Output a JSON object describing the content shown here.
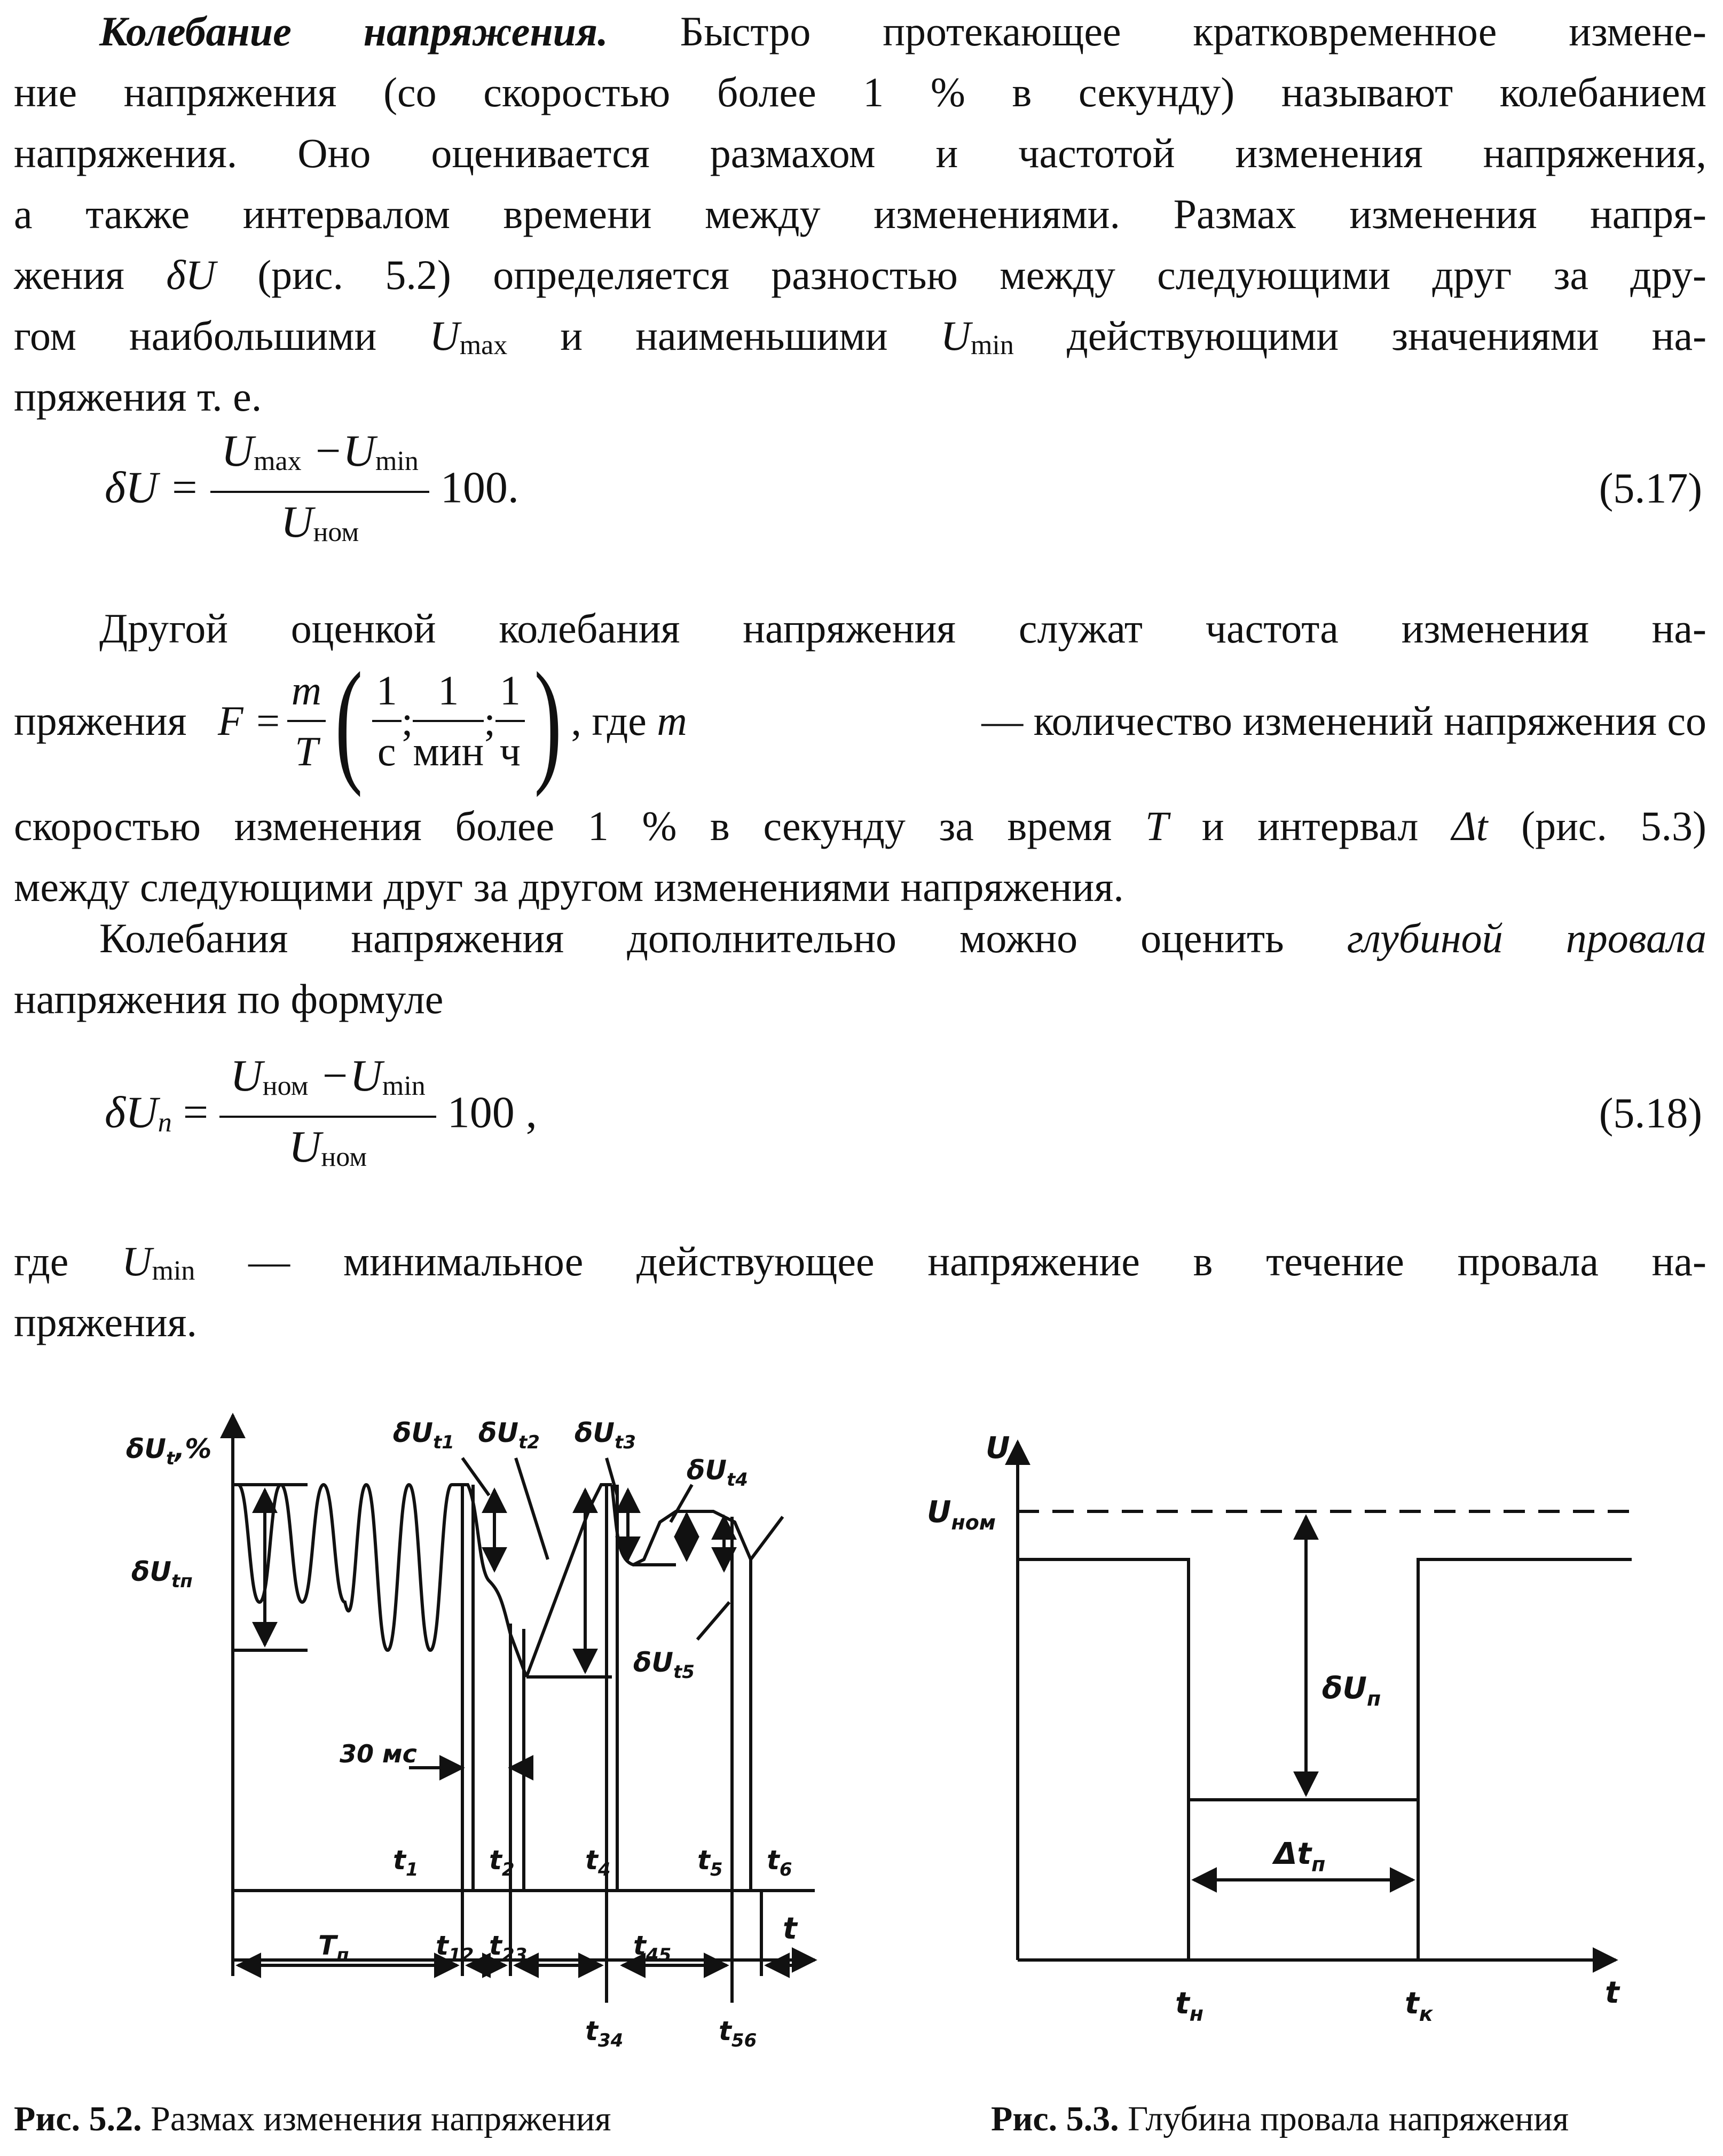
{
  "para1": {
    "lead": "Колебание напряжения.",
    "l1": "Быстро протекающее кратковременное измене-",
    "l2": "ние напряжения (со скоростью более 1 % в секунду) называют колебанием",
    "l3": "напряжения. Оно оценивается размахом и частотой изменения напряжения,",
    "l4": "а также интервалом времени между изменениями. Размах изменения напря-",
    "l5a": "жения",
    "l5sym": "δU",
    "l5b": "(рис. 5.2) определяется разностью между следующими друг за дру-",
    "l6a": "гом наибольшими",
    "l6u1": "U",
    "l6s1": "max",
    "l6b": "и наименьшими",
    "l6u2": "U",
    "l6s2": "min",
    "l6c": "действующими значениями на-",
    "l7": "пряжения т. е."
  },
  "formula_517": {
    "lhs": "δU =",
    "num_a": "U",
    "num_a_sub": "max",
    "num_b": " −U",
    "num_b_sub": "min",
    "den": "U",
    "den_sub": "ном",
    "factor": "100.",
    "number": "(5.17)"
  },
  "para2": {
    "l1": "Другой оценкой колебания напряжения служат частота изменения на-",
    "l2a": "пряжения",
    "F": "F =",
    "m": "m",
    "T": "T",
    "one": "1",
    "c": "с",
    "min": "мин",
    "h": "ч",
    "semicolon": ";",
    "l2b": ", где",
    "m2": "m",
    "l2c": "— количество изменений напряжения со",
    "l3a": "скоростью изменения более 1 % в секунду за время",
    "l3T": "T",
    "l3b": "и интервал",
    "l3dt": "Δt",
    "l3c": "(рис. 5.3)",
    "l4": "между следующими друг за другом изменениями напряжения."
  },
  "para3": {
    "l1a": "Колебания напряжения дополнительно можно оценить",
    "l1it": "глубиной провала",
    "l2": "напряжения по формуле"
  },
  "formula_518": {
    "lhs": "δU",
    "lhs_sub": "п",
    "eq": " =",
    "num_a": "U",
    "num_a_sub": "ном",
    "num_b": " −U",
    "num_b_sub": "min",
    "den": "U",
    "den_sub": "ном",
    "factor": "100 ,",
    "number": "(5.18)"
  },
  "para4": {
    "l1a": "где",
    "u": "U",
    "sub": "min",
    "l1b": "— минимальное действующее напряжение в течение провала на-",
    "l2": "пряжения."
  },
  "fig52": {
    "y_label": "δU",
    "y_label_sub": "t",
    "y_label_unit": ",%",
    "dUtn": "δU",
    "dUtn_sub": "tп",
    "dUt1": "δU",
    "dUt1_sub": "t1",
    "dUt2": "δU",
    "dUt2_sub": "t2",
    "dUt3": "δU",
    "dUt3_sub": "t3",
    "dUt4": "δU",
    "dUt4_sub": "t4",
    "dUt5": "δU",
    "dUt5_sub": "t5",
    "ms": "30 мс",
    "t1": "t",
    "t1_sub": "1",
    "t2": "t",
    "t2_sub": "2",
    "t4": "t",
    "t4_sub": "4",
    "t5": "t",
    "t5_sub": "5",
    "t6": "t",
    "t6_sub": "6",
    "t": "t",
    "Tn": "T",
    "Tn_sub": "п",
    "t12": "t",
    "t12_sub": "12",
    "t23": "t",
    "t23_sub": "23",
    "t45": "t",
    "t45_sub": "45",
    "t34": "t",
    "t34_sub": "34",
    "t56": "t",
    "t56_sub": "56",
    "caption_bold": "Рис. 5.2.",
    "caption_text": "Размах изменения напряжения"
  },
  "fig53": {
    "U": "U",
    "Unom": "U",
    "Unom_sub": "ном",
    "dUn": "δU",
    "dUn_sub": "п",
    "dtn": "Δt",
    "dtn_sub": "п",
    "tn": "t",
    "tn_sub": "н",
    "tk": "t",
    "tk_sub": "к",
    "t": "t",
    "caption_bold": "Рис. 5.3.",
    "caption_text": "Глубина провала напряжения"
  }
}
